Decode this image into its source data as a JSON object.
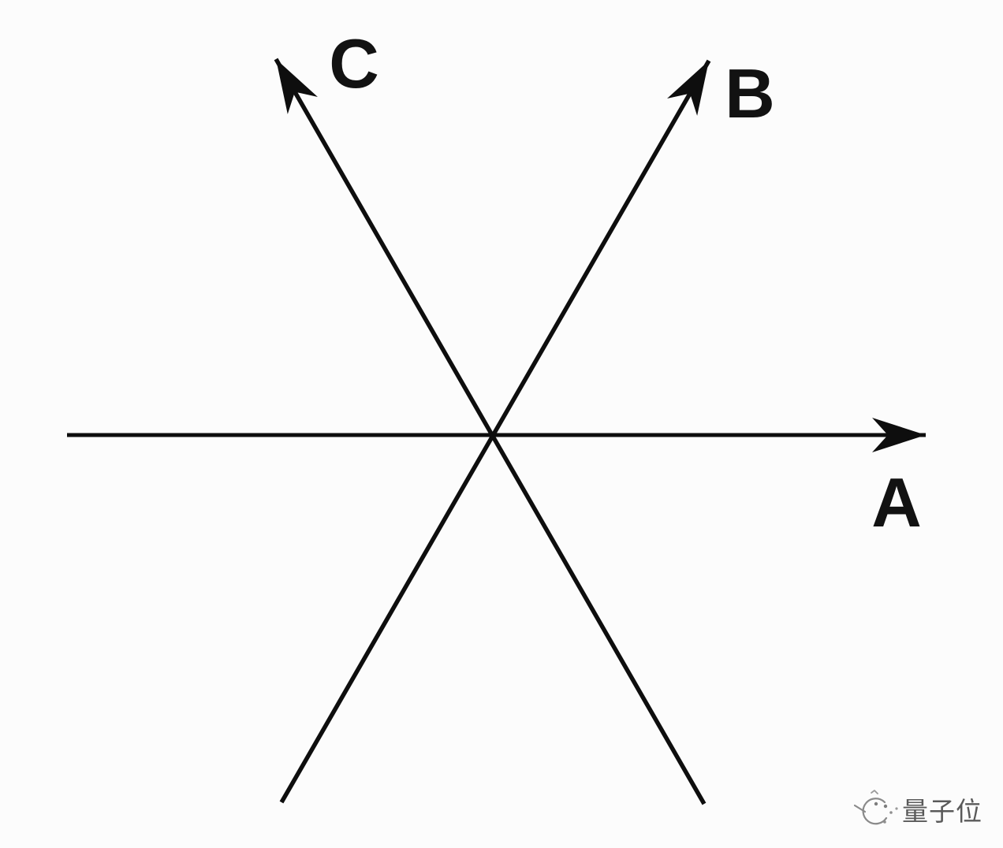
{
  "diagram": {
    "background": "#fcfcfc",
    "line_color": "#0e0e0e",
    "axes": [
      {
        "label": "A",
        "angle_deg": 0,
        "arrow": "right"
      },
      {
        "label": "B",
        "angle_deg": 60,
        "arrow": "upper-right"
      },
      {
        "label": "C",
        "angle_deg": 120,
        "arrow": "upper-left"
      }
    ]
  },
  "watermark": {
    "brand": "量子位",
    "logo": "qbitai-sketch-logo",
    "color": "#5a5a5a"
  }
}
